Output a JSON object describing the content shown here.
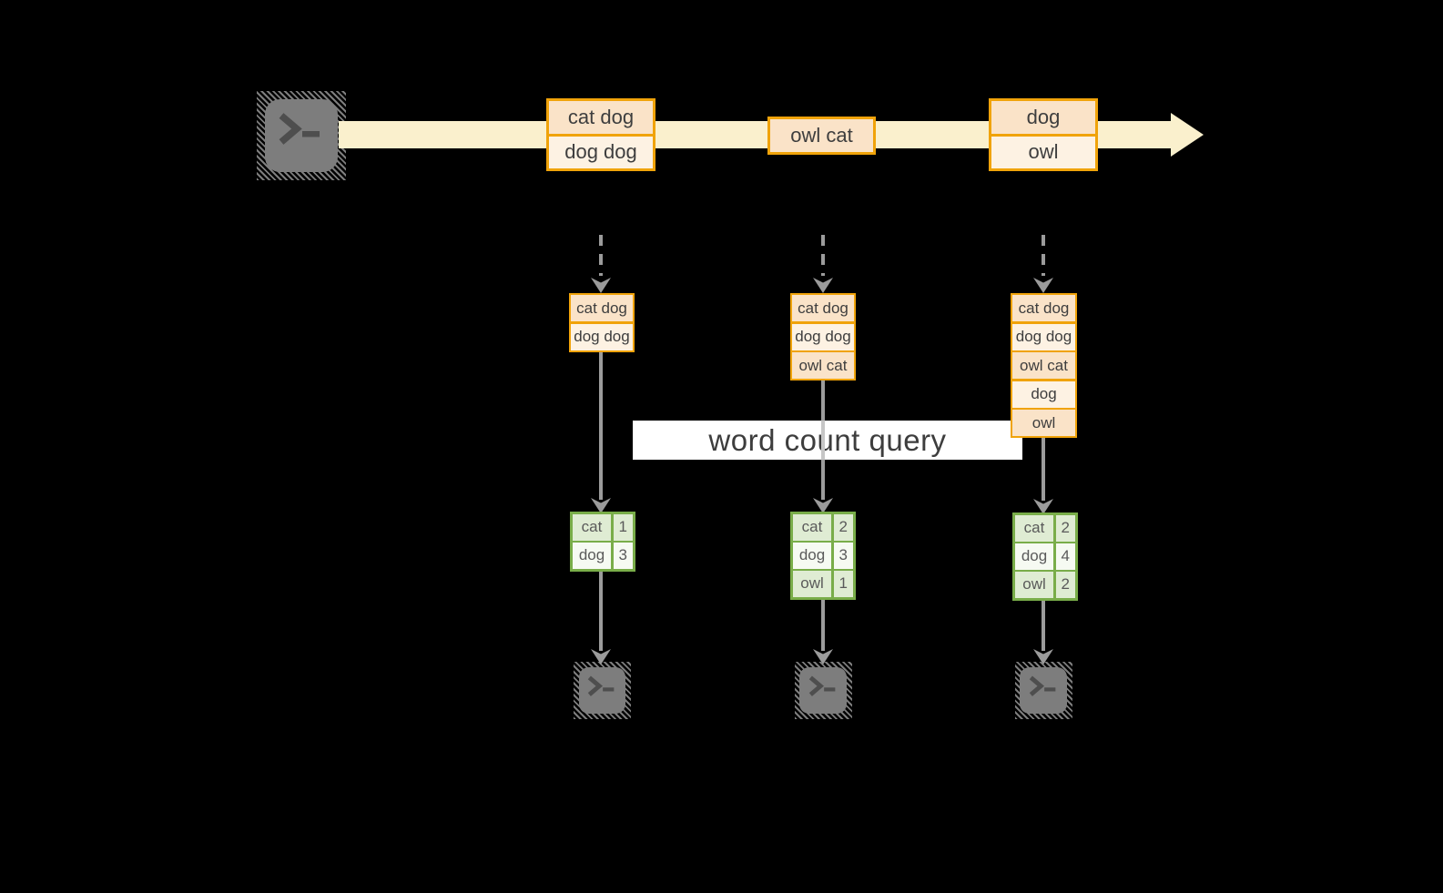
{
  "query_label": "word count query",
  "colors": {
    "stream_band": "#faf0cd",
    "batch_border": "#f0a30a",
    "batch_fill_dark": "#fae3c8",
    "batch_fill_light": "#fdf2e3",
    "count_border": "#79ad49",
    "count_fill_dark": "#dfecd3",
    "count_fill_light": "#f6faf2",
    "arrow": "#9b9b9b",
    "terminal": "#7d7d7d"
  },
  "stream": {
    "source_icon": "terminal-icon",
    "batches": [
      {
        "cells": [
          "cat dog",
          "dog dog"
        ]
      },
      {
        "cells": [
          "owl cat"
        ]
      },
      {
        "cells": [
          "dog",
          "owl"
        ]
      }
    ]
  },
  "pipelines": [
    {
      "buffer": [
        "cat dog",
        "dog dog"
      ],
      "counts": [
        [
          "cat",
          1
        ],
        [
          "dog",
          3
        ]
      ],
      "sink_icon": "terminal-icon"
    },
    {
      "buffer": [
        "cat dog",
        "dog dog",
        "owl cat"
      ],
      "counts": [
        [
          "cat",
          2
        ],
        [
          "dog",
          3
        ],
        [
          "owl",
          1
        ]
      ],
      "sink_icon": "terminal-icon"
    },
    {
      "buffer": [
        "cat dog",
        "dog dog",
        "owl cat",
        "dog",
        "owl"
      ],
      "counts": [
        [
          "cat",
          2
        ],
        [
          "dog",
          4
        ],
        [
          "owl",
          2
        ]
      ],
      "sink_icon": "terminal-icon"
    }
  ]
}
